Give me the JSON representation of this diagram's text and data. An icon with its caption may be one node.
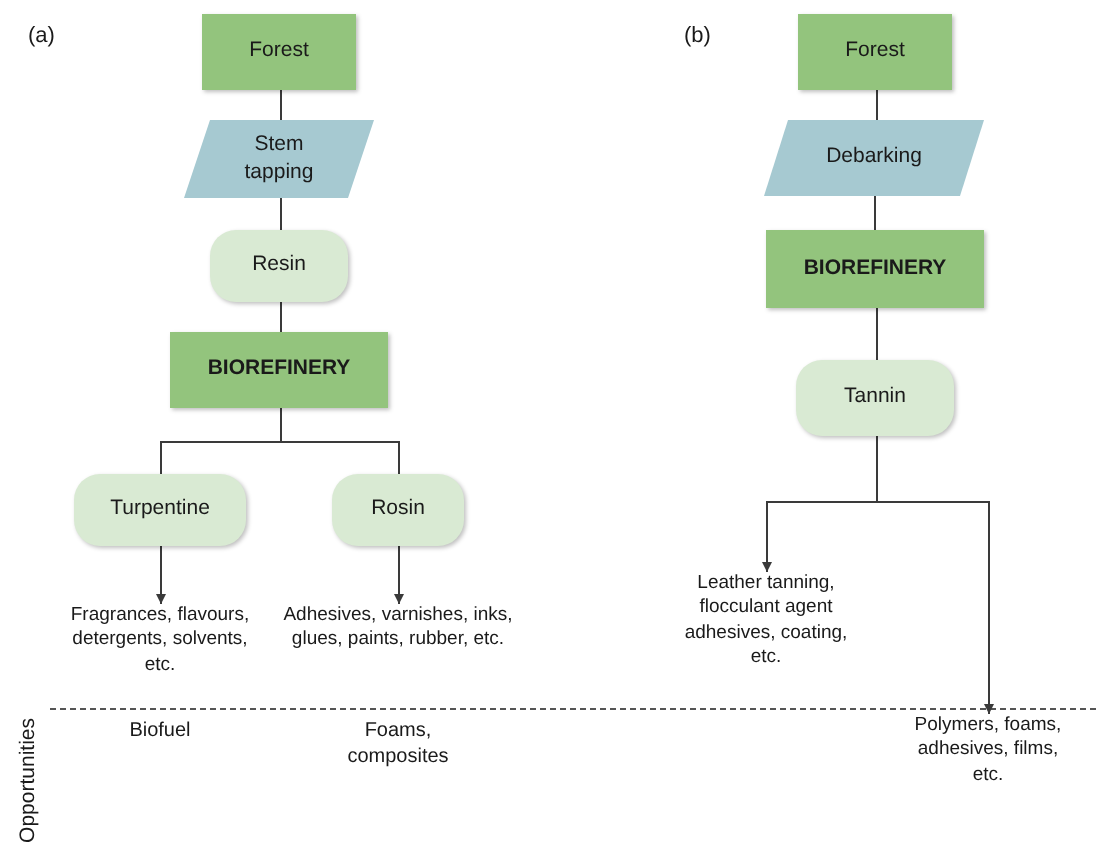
{
  "diagram": {
    "nodes": [
      {
        "text": [
          "Forest"
        ]
      },
      {
        "text": [
          "Stem tapping"
        ]
      },
      {
        "text": [
          "Resin"
        ]
      },
      {
        "text": [
          "BIOREFINERY"
        ]
      },
      {
        "text": [
          "Turpentine"
        ]
      },
      {
        "text": [
          "Rosin"
        ]
      },
      {
        "text": [
          "Fragrances, flavours, detergents, solvents, etc."
        ]
      },
      {
        "text": [
          "Adhesives, varnishes, inks, glues, paints, rubber, etc."
        ]
      },
      {
        "text": [
          "Forest"
        ]
      },
      {
        "text": [
          "Debarking"
        ]
      },
      {
        "text": [
          "BIOREFINERY"
        ]
      },
      {
        "text": [
          "Tannin"
        ]
      },
      {
        "text": [
          "Leather tanning, flocculant agent adhesives, coating, etc."
        ]
      },
      {
        "text": [
          "Polymers, foams, adhesives, films, etc."
        ]
      }
    ],
    "edges": [
      {
        "from": 0,
        "to": 1,
        "arrow": "none"
      },
      {
        "from": 1,
        "to": 2,
        "arrow": "none"
      },
      {
        "from": 2,
        "to": 3,
        "arrow": "none"
      },
      {
        "from": 3,
        "to": 4,
        "arrow": "none"
      },
      {
        "from": 3,
        "to": 5,
        "arrow": "none"
      },
      {
        "from": 4,
        "to": 6,
        "arrow": "to"
      },
      {
        "from": 5,
        "to": 7,
        "arrow": "to"
      },
      {
        "from": 8,
        "to": 9,
        "arrow": "none"
      },
      {
        "from": 9,
        "to": 10,
        "arrow": "none"
      },
      {
        "from": 10,
        "to": 11,
        "arrow": "none"
      },
      {
        "from": 11,
        "to": 12,
        "arrow": "to"
      },
      {
        "from": 11,
        "to": 13,
        "arrow": "to"
      }
    ],
    "labels": [
      "(a)",
      "(b)",
      "Opportunities",
      "Biofuel",
      "Foams, composites"
    ]
  }
}
